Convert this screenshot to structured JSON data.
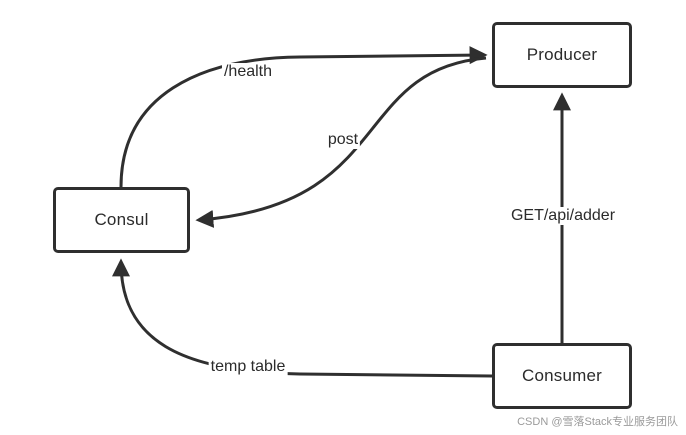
{
  "nodes": {
    "producer": "Producer",
    "consul": "Consul",
    "consumer": "Consumer"
  },
  "edges": {
    "health": "/health",
    "post": "post",
    "api": "GET/api/adder",
    "temp": "temp table"
  },
  "watermark": "CSDN @雪落Stack专业服务团队",
  "colors": {
    "stroke": "#2f2f2f",
    "text": "#2b2b2b",
    "watermark": "#9a9a9a"
  }
}
